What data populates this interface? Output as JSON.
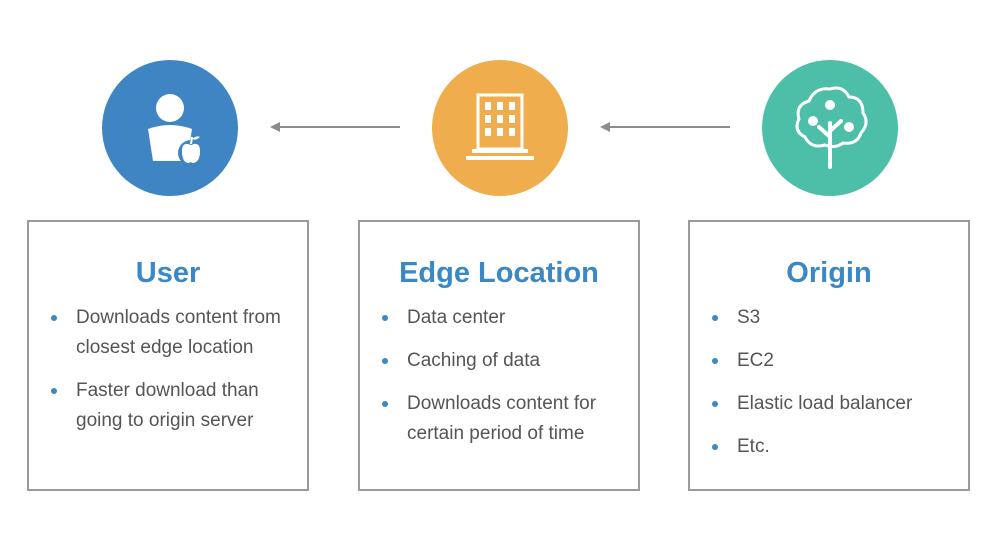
{
  "colors": {
    "user_circle": "#3f85c3",
    "edge_circle": "#f0ad4e",
    "origin_circle": "#4dbfa8",
    "title_text": "#3a88c5",
    "bullet_dot": "#3a88c5",
    "body_text": "#555555",
    "box_border": "#9a9a9a",
    "arrow": "#8c8c8c"
  },
  "icons": {
    "user": "person-with-apple-icon",
    "edge": "building-icon",
    "origin": "apple-tree-icon"
  },
  "cards": [
    {
      "title": "User",
      "bullets": [
        "Downloads content from closest edge location",
        "Faster download than going to origin server"
      ]
    },
    {
      "title": "Edge Location",
      "bullets": [
        "Data center",
        "Caching of data",
        "Downloads content for certain period of time"
      ]
    },
    {
      "title": "Origin",
      "bullets": [
        "S3",
        "EC2",
        "Elastic load balancer",
        "Etc."
      ]
    }
  ]
}
